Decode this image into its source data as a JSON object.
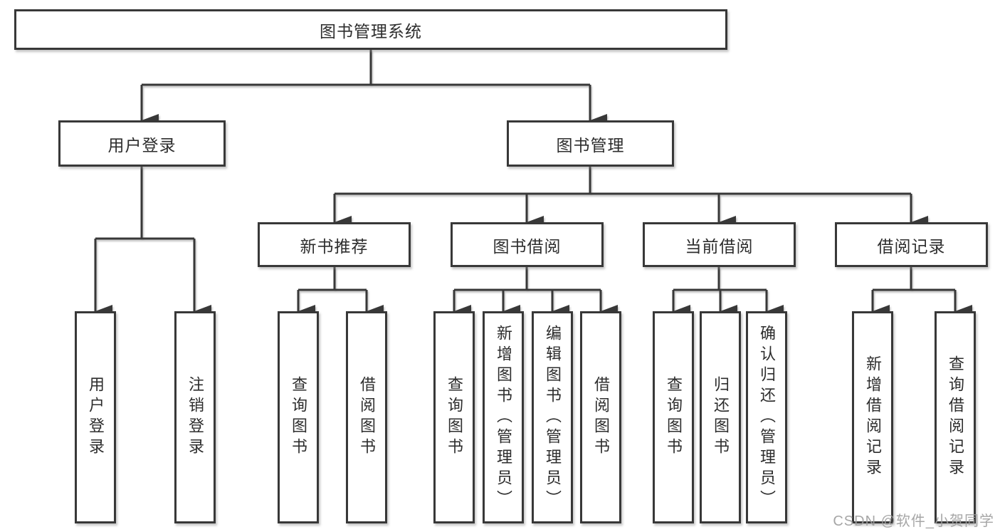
{
  "root": {
    "label": "图书管理系统"
  },
  "login": {
    "label": "用户登录",
    "children": [
      {
        "label": "用户登录"
      },
      {
        "label": "注销登录"
      }
    ]
  },
  "management": {
    "label": "图书管理",
    "sections": [
      {
        "label": "新书推荐",
        "children": [
          {
            "label": "查询图书"
          },
          {
            "label": "借阅图书"
          }
        ]
      },
      {
        "label": "图书借阅",
        "children": [
          {
            "label": "查询图书"
          },
          {
            "label": "新增图书（管理员）"
          },
          {
            "label": "编辑图书（管理员）"
          },
          {
            "label": "借阅图书"
          }
        ]
      },
      {
        "label": "当前借阅",
        "children": [
          {
            "label": "查询图书"
          },
          {
            "label": "归还图书"
          },
          {
            "label": "确认归还（管理员）"
          }
        ]
      },
      {
        "label": "借阅记录",
        "children": [
          {
            "label": "新增借阅记录"
          },
          {
            "label": "查询借阅记录"
          }
        ]
      }
    ]
  },
  "watermark": "CSDN @软件_小贺同学",
  "colors": {
    "line": "#383838",
    "text": "#2d2d2d",
    "watermark": "#9e9e9e",
    "background": "#ffffff"
  }
}
